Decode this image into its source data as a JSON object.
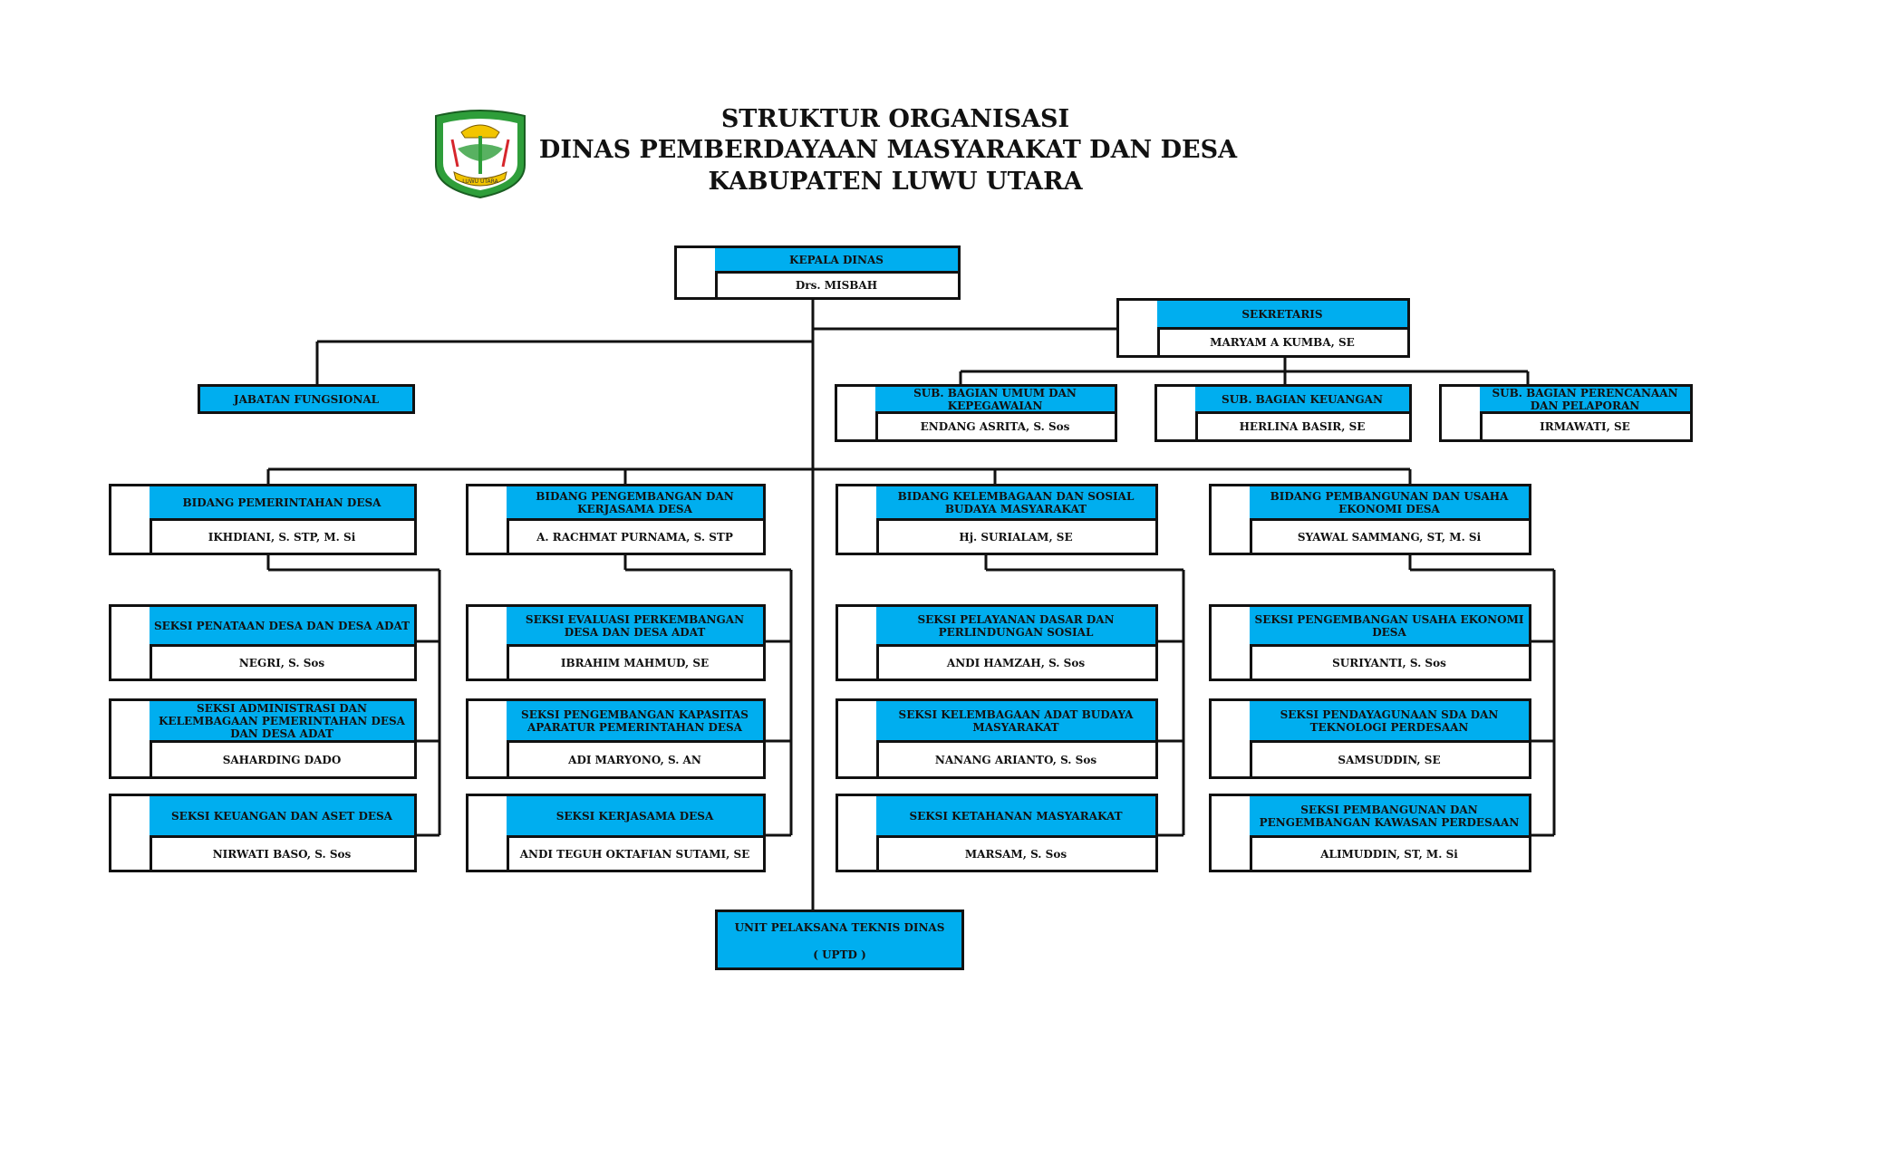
{
  "header": {
    "line1": "STRUKTUR ORGANISASI",
    "line2": "DINAS PEMBERDAYAAN MASYARAKAT DAN DESA",
    "line3": "KABUPATEN LUWU UTARA"
  },
  "logo": {
    "icon": "luwu-utara-emblem",
    "ribbon_text": "LUWU UTARA",
    "colors": {
      "shield": "#2E9E3A",
      "gold": "#F2C500",
      "red": "#D6262C"
    }
  },
  "colors": {
    "header_fill": "#00AEEF",
    "border": "#111111"
  },
  "kepala": {
    "title": "KEPALA DINAS",
    "name": "Drs. MISBAH"
  },
  "sekretaris": {
    "title": "SEKRETARIS",
    "name": "MARYAM A KUMBA, SE"
  },
  "fungsional": {
    "title": "JABATAN FUNGSIONAL"
  },
  "subbagian": [
    {
      "title": "SUB. BAGIAN UMUM DAN KEPEGAWAIAN",
      "name": "ENDANG ASRITA, S. Sos"
    },
    {
      "title": "SUB. BAGIAN KEUANGAN",
      "name": "HERLINA BASIR, SE"
    },
    {
      "title": "SUB. BAGIAN PERENCANAAN DAN PELAPORAN",
      "name": "IRMAWATI, SE"
    }
  ],
  "bidang": [
    {
      "title": "BIDANG PEMERINTAHAN DESA",
      "name": "IKHDIANI, S. STP, M. Si",
      "seksi": [
        {
          "title": "SEKSI PENATAAN DESA DAN DESA ADAT",
          "name": "NEGRI, S. Sos"
        },
        {
          "title": "SEKSI ADMINISTRASI DAN KELEMBAGAAN PEMERINTAHAN DESA DAN DESA ADAT",
          "name": "SAHARDING DADO"
        },
        {
          "title": "SEKSI KEUANGAN DAN ASET DESA",
          "name": "NIRWATI BASO, S. Sos"
        }
      ]
    },
    {
      "title": "BIDANG PENGEMBANGAN DAN KERJASAMA DESA",
      "name": "A. RACHMAT PURNAMA, S. STP",
      "seksi": [
        {
          "title": "SEKSI EVALUASI PERKEMBANGAN DESA DAN DESA ADAT",
          "name": "IBRAHIM MAHMUD, SE"
        },
        {
          "title": "SEKSI PENGEMBANGAN KAPASITAS APARATUR PEMERINTAHAN DESA",
          "name": "ADI MARYONO, S. AN"
        },
        {
          "title": "SEKSI KERJASAMA DESA",
          "name": "ANDI TEGUH OKTAFIAN SUTAMI, SE"
        }
      ]
    },
    {
      "title": "BIDANG KELEMBAGAAN DAN SOSIAL BUDAYA MASYARAKAT",
      "name": "Hj. SURIALAM, SE",
      "seksi": [
        {
          "title": "SEKSI PELAYANAN DASAR DAN PERLINDUNGAN SOSIAL",
          "name": "ANDI HAMZAH, S. Sos"
        },
        {
          "title": "SEKSI KELEMBAGAAN ADAT BUDAYA MASYARAKAT",
          "name": "NANANG ARIANTO, S. Sos"
        },
        {
          "title": "SEKSI KETAHANAN MASYARAKAT",
          "name": "MARSAM, S. Sos"
        }
      ]
    },
    {
      "title": "BIDANG PEMBANGUNAN DAN USAHA EKONOMI DESA",
      "name": "SYAWAL SAMMANG, ST, M. Si",
      "seksi": [
        {
          "title": "SEKSI PENGEMBANGAN USAHA EKONOMI DESA",
          "name": "SURIYANTI, S. Sos"
        },
        {
          "title": "SEKSI PENDAYAGUNAAN SDA DAN TEKNOLOGI PERDESAAN",
          "name": "SAMSUDDIN, SE"
        },
        {
          "title": "SEKSI PEMBANGUNAN DAN PENGEMBANGAN KAWASAN PERDESAAN",
          "name": "ALIMUDDIN, ST, M. Si"
        }
      ]
    }
  ],
  "uptd": {
    "title": "UNIT PELAKSANA TEKNIS DINAS",
    "abbr": "( UPTD )"
  }
}
